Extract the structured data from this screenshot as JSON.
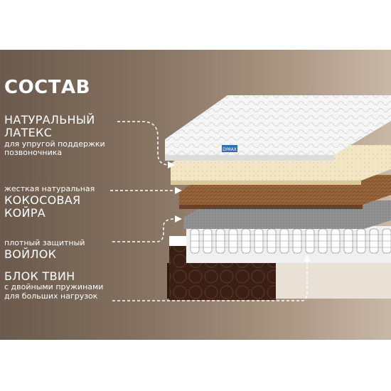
{
  "title": "СОСТАВ",
  "layers": {
    "latex": {
      "heading": [
        "НАТУРАЛЬНЫЙ",
        "ЛАТЕКС"
      ],
      "desc": [
        "для упругой поддержки",
        "позвоночника"
      ]
    },
    "coir": {
      "desc": [
        "жесткая натуральная"
      ],
      "heading": [
        "КОКОСОВАЯ",
        "КОЙРА"
      ]
    },
    "felt": {
      "desc": [
        "плотный защитный"
      ],
      "heading": [
        "ВОЙЛОК"
      ]
    },
    "twin": {
      "heading": [
        "БЛОК ТВИН"
      ],
      "desc": [
        "с двойными пружинами",
        "для больших нагрузок"
      ]
    }
  },
  "brand_tag": "DIMAX",
  "colors": {
    "banner_left": "#6b5a4d",
    "banner_right": "#c9b8a6",
    "cover": "#f3f3f3",
    "latex": "#f2e6c4",
    "coir": "#8a5a33",
    "felt": "#8e8e8e",
    "springs": "#e8e8e8",
    "base": "#3a1f14",
    "arrow": "#ffffff"
  }
}
